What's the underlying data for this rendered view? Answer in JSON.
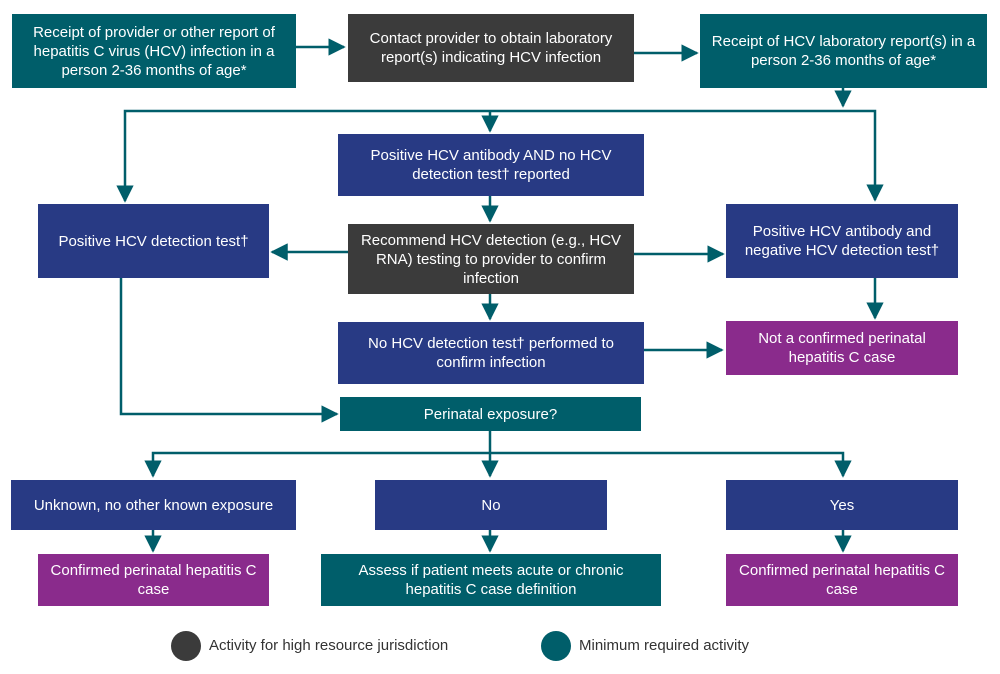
{
  "colors": {
    "teal": "#005e6a",
    "dark": "#3b3b3b",
    "navy": "#283a84",
    "purple": "#8a2b8c",
    "connector": "#005e6a"
  },
  "nodes": {
    "receipt_provider": "Receipt of provider or other report of hepatitis C virus (HCV) infection in a person 2-36 months of age*",
    "contact_provider": "Contact provider to obtain laboratory report(s) indicating HCV infection",
    "receipt_lab": "Receipt of HCV laboratory report(s) in a person 2-36 months of age*",
    "pos_antibody_no_detection": "Positive HCV antibody AND no HCV detection test† reported",
    "pos_detection": "Positive HCV detection test†",
    "recommend_detection": "Recommend HCV detection (e.g., HCV RNA) testing to provider to confirm infection",
    "pos_antibody_neg_detection": "Positive HCV antibody and negative HCV detection test†",
    "no_detection_performed": "No HCV detection test† performed to confirm infection",
    "not_confirmed": "Not a confirmed perinatal hepatitis C case",
    "perinatal_exposure": "Perinatal exposure?",
    "unknown_exposure": "Unknown, no other known exposure",
    "no": "No",
    "yes": "Yes",
    "confirmed_left": "Confirmed perinatal hepatitis C case",
    "assess_case": "Assess if patient meets acute or chronic hepatitis C case definition",
    "confirmed_right": "Confirmed perinatal hepatitis C case"
  },
  "legend": {
    "high_resource": "Activity for high resource jurisdiction",
    "minimum_required": "Minimum required activity"
  }
}
